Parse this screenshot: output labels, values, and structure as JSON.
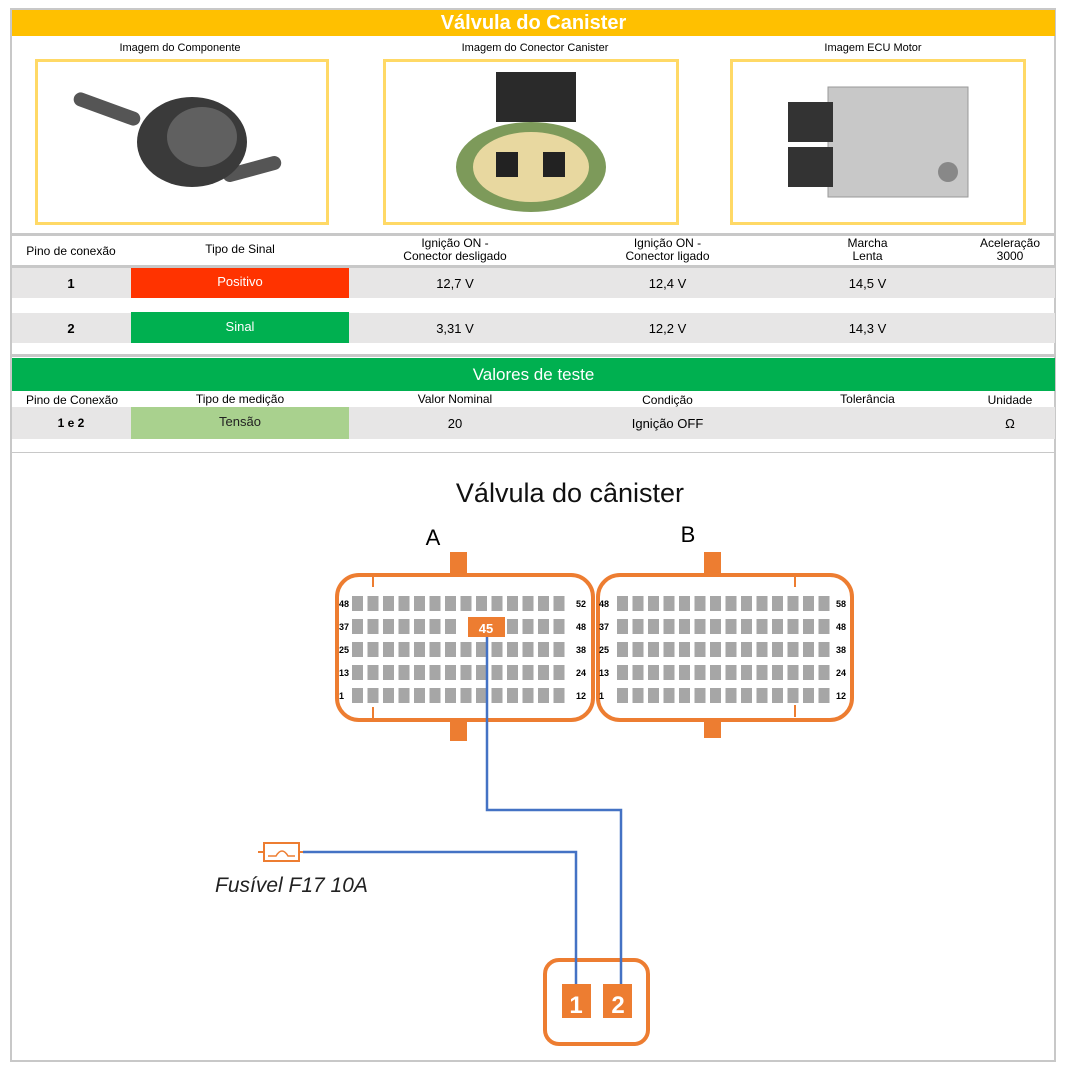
{
  "title": "Válvula do Canister",
  "images": {
    "component": "Imagem do Componente",
    "connector": "Imagem do Conector Canister",
    "ecu": "Imagem ECU Motor"
  },
  "signal_table": {
    "headers": [
      "Pino de conexão",
      "Tipo de Sinal",
      "Ignição ON -\nConector desligado",
      "Ignição ON -\nConector ligado",
      "Marcha\nLenta",
      "Aceleração\n3000"
    ],
    "rows": [
      {
        "pin": "1",
        "type": "Positivo",
        "color": "#ff3300",
        "ign_off_conn": "12,7 V",
        "ign_on_conn": "12,4 V",
        "idle": "14,5 V",
        "accel": ""
      },
      {
        "pin": "2",
        "type": "Sinal",
        "color": "#00b050",
        "ign_off_conn": "3,31 V",
        "ign_on_conn": "12,2 V",
        "idle": "14,3 V",
        "accel": ""
      }
    ]
  },
  "test_values": {
    "title": "Valores de teste",
    "headers": [
      "Pino de Conexão",
      "Tipo de medição",
      "Valor Nominal",
      "Condição",
      "Tolerância",
      "Unidade"
    ],
    "row": {
      "pin": "1 e 2",
      "type": "Tensão",
      "nominal": "20",
      "condition": "Ignição OFF",
      "tolerance": "",
      "unit": "Ω"
    }
  },
  "diagram": {
    "title": "Válvula do cânister",
    "connector_a": {
      "label": "A",
      "left_labels": [
        "48",
        "37",
        "25",
        "13",
        "1"
      ],
      "right_labels": [
        "52",
        "48",
        "38",
        "24",
        "12"
      ],
      "highlight_pin": "45"
    },
    "connector_b": {
      "label": "B",
      "left_labels": [
        "48",
        "37",
        "25",
        "13",
        "1"
      ],
      "right_labels": [
        "58",
        "48",
        "38",
        "24",
        "12"
      ]
    },
    "fuse": "Fusível F17 10A",
    "component_pins": [
      "1",
      "2"
    ],
    "colors": {
      "orange": "#ed7d31",
      "wire": "#4472c4",
      "pad": "#a6a6a6"
    }
  }
}
